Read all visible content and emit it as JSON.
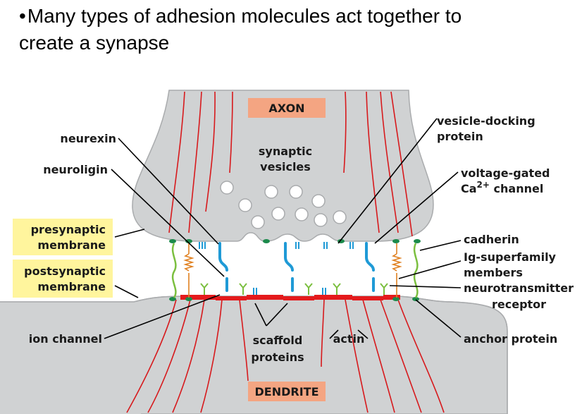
{
  "slide": {
    "bullet": "•",
    "title_line1": "Many types of adhesion molecules act together to",
    "title_line2": "create a synapse"
  },
  "diagram": {
    "regions": {
      "axon": "AXON",
      "dendrite": "DENDRITE"
    },
    "labels": {
      "neurexin": "neurexin",
      "neuroligin": "neuroligin",
      "synaptic_vesicles_1": "synaptic",
      "synaptic_vesicles_2": "vesicles",
      "vesicle_docking_1": "vesicle-docking",
      "vesicle_docking_2": "protein",
      "voltage_gated_1": "voltage-gated",
      "voltage_gated_2a": "Ca",
      "voltage_gated_2b": "2+",
      "voltage_gated_2c": " channel",
      "presynaptic_1": "presynaptic",
      "presynaptic_2": "membrane",
      "postsynaptic_1": "postsynaptic",
      "postsynaptic_2": "membrane",
      "cadherin": "cadherin",
      "ig_superfamily_1": "Ig-superfamily",
      "ig_superfamily_2": "members",
      "neurotransmitter_1": "neurotransmitter",
      "neurotransmitter_2": "receptor",
      "ion_channel": "ion channel",
      "scaffold_1": "scaffold",
      "scaffold_2": "proteins",
      "actin": "actin",
      "anchor_protein": "anchor protein"
    },
    "colors": {
      "cell_gray": "#d0d2d3",
      "cell_edge": "#a9abad",
      "actin_red": "#d7191c",
      "region_box": "#f4a582",
      "membrane_label_box": "#fff59d",
      "neurexin_blue": "#1f9ad6",
      "ligand_green": "#7bbf3f",
      "docking_green": "#1b8a4b",
      "scaffold_red": "#e41a1c",
      "spring_orange": "#e08020"
    }
  }
}
